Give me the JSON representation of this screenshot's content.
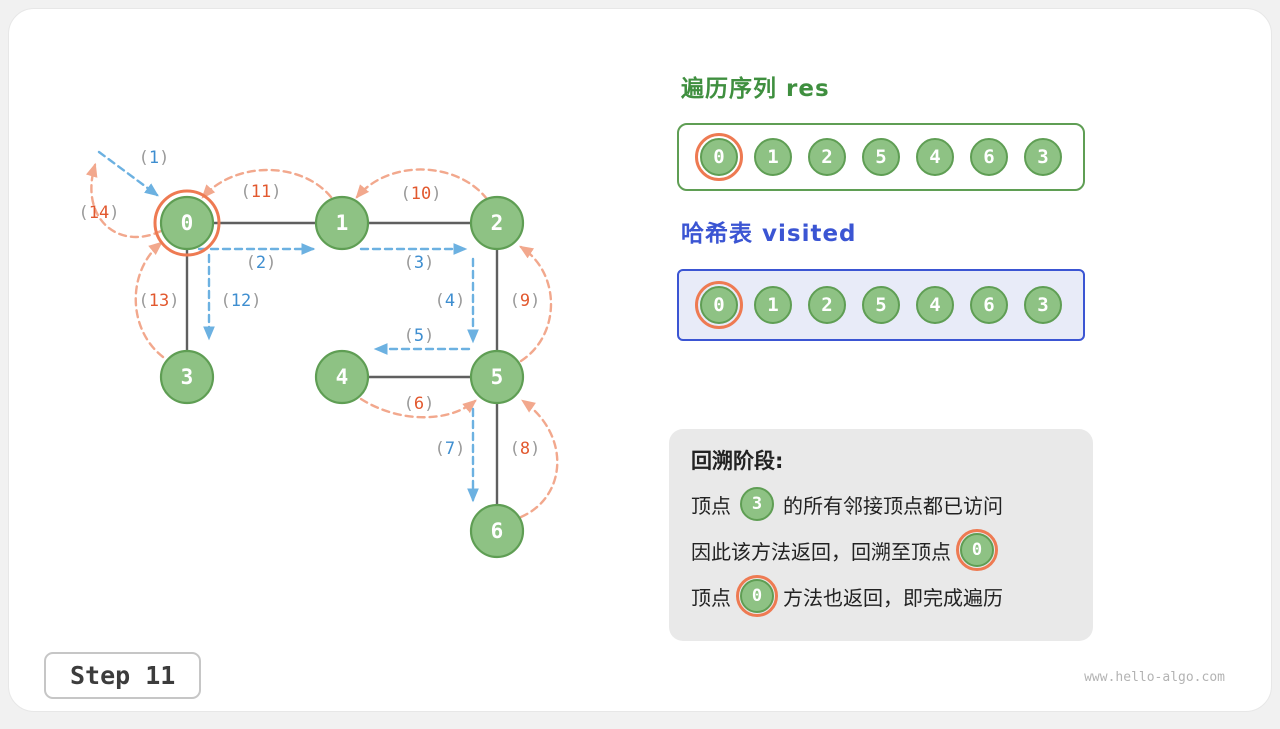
{
  "theme": {
    "node_green": "#8ec284",
    "node_green_border": "#5f9e54",
    "highlight_ring": "#ee7a52",
    "edge_gray": "#5f5f5f",
    "arrow_blue": "#6cb1e1",
    "arrow_orange": "#f2a88d",
    "label_blue": "#3e8ed0",
    "label_orange": "#e2592f",
    "paren_gray": "#9a9a9a",
    "res_green": "#3f8f3f",
    "visited_blue": "#3b55d3"
  },
  "graph": {
    "paren_open": "(",
    "paren_close": ")",
    "nodes": [
      {
        "id": "0",
        "highlighted": true
      },
      {
        "id": "1"
      },
      {
        "id": "2"
      },
      {
        "id": "3"
      },
      {
        "id": "4"
      },
      {
        "id": "5"
      },
      {
        "id": "6"
      }
    ],
    "edges": [
      [
        "0",
        "1"
      ],
      [
        "1",
        "2"
      ],
      [
        "0",
        "3"
      ],
      [
        "2",
        "5"
      ],
      [
        "4",
        "5"
      ],
      [
        "5",
        "6"
      ]
    ],
    "labels": [
      {
        "num": "1",
        "kind": "visit",
        "from": "start",
        "to": "0"
      },
      {
        "num": "2",
        "kind": "visit",
        "from": "0",
        "to": "1"
      },
      {
        "num": "3",
        "kind": "visit",
        "from": "1",
        "to": "2"
      },
      {
        "num": "4",
        "kind": "visit",
        "from": "2",
        "to": "5"
      },
      {
        "num": "5",
        "kind": "visit",
        "from": "5",
        "to": "4"
      },
      {
        "num": "6",
        "kind": "backtrack",
        "from": "4",
        "to": "5"
      },
      {
        "num": "7",
        "kind": "visit",
        "from": "5",
        "to": "6"
      },
      {
        "num": "8",
        "kind": "backtrack",
        "from": "6",
        "to": "5"
      },
      {
        "num": "9",
        "kind": "backtrack",
        "from": "5",
        "to": "2"
      },
      {
        "num": "10",
        "kind": "backtrack",
        "from": "2",
        "to": "1"
      },
      {
        "num": "11",
        "kind": "backtrack",
        "from": "1",
        "to": "0"
      },
      {
        "num": "12",
        "kind": "visit",
        "from": "0",
        "to": "3"
      },
      {
        "num": "13",
        "kind": "backtrack",
        "from": "3",
        "to": "0"
      },
      {
        "num": "14",
        "kind": "backtrack",
        "from": "0",
        "to": "end"
      }
    ]
  },
  "res_panel": {
    "title": "遍历序列 res",
    "values": [
      {
        "label": "0",
        "highlighted": true
      },
      {
        "label": "1"
      },
      {
        "label": "2"
      },
      {
        "label": "5"
      },
      {
        "label": "4"
      },
      {
        "label": "6"
      },
      {
        "label": "3"
      }
    ]
  },
  "visited_panel": {
    "title": "哈希表 visited",
    "values": [
      {
        "label": "0",
        "highlighted": true
      },
      {
        "label": "1"
      },
      {
        "label": "2"
      },
      {
        "label": "5"
      },
      {
        "label": "4"
      },
      {
        "label": "6"
      },
      {
        "label": "3"
      }
    ]
  },
  "note": {
    "title": "回溯阶段:",
    "line1_pre": "顶点",
    "line1_node": "3",
    "line1_post": "的所有邻接顶点都已访问",
    "line2_pre": "因此该方法返回，回溯至顶点",
    "line2_node": "0",
    "line3_pre": "顶点",
    "line3_node": "0",
    "line3_post": "方法也返回，即完成遍历"
  },
  "step_badge": "Step 11",
  "watermark": "www.hello-algo.com"
}
